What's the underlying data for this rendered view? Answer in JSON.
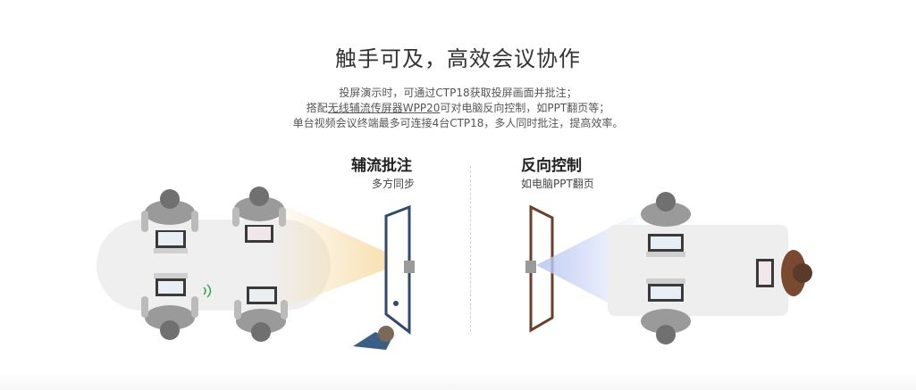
{
  "header": {
    "title": "触手可及，高效会议协作",
    "lines": {
      "line1": "投屏演示时，可通过CTP18获取投屏画面并批注；",
      "line2_pre": "搭配",
      "line2_link1": "无线辅流传屏器WPP20",
      "line2_post": "可对电脑反向控制，如PPT翻页等；",
      "line3": "单台视频会议终端最多可连接4台CTP18，多人同时批注，提高效率。"
    }
  },
  "sections": {
    "left": {
      "title": "辅流批注",
      "subtitle": "多方同步"
    },
    "right": {
      "title": "反向控制",
      "subtitle": "如电脑PPT翻页"
    }
  },
  "colors": {
    "table": "#eeeeee",
    "person_hair": "#707070",
    "person_body": "#9a9a9a",
    "board_left": "#2f4a6b",
    "board_right": "#6b3f2a",
    "beam_left": "#f6d9a1",
    "beam_right": "#bcc9f2",
    "presenter_jacket": "#3b5d86",
    "right_person_hair": "#5a3a2a"
  }
}
